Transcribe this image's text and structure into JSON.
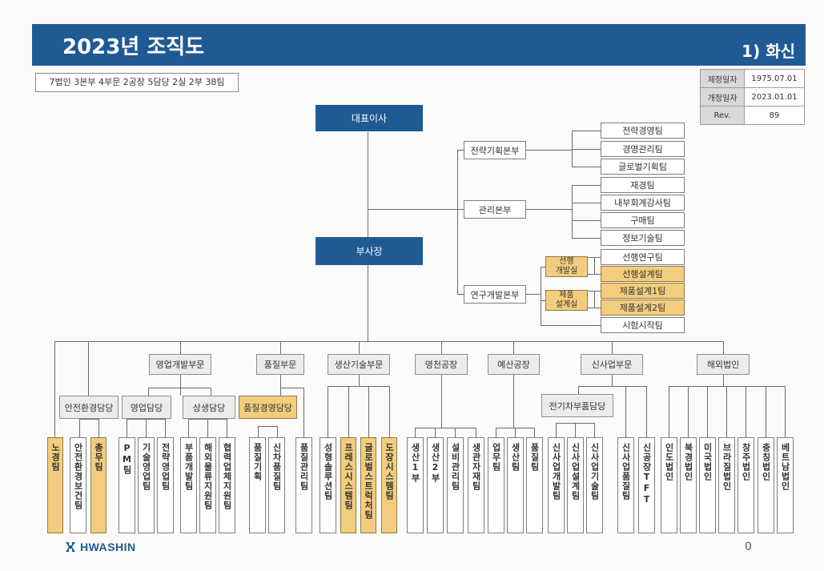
{
  "header": {
    "title": "2023년 조직도",
    "company": "1) 화신"
  },
  "summary": "7법인 3본부 4부문 2공장 5담당 2실 2부 38팀",
  "revision": [
    {
      "label": "제정일자",
      "value": "1975.07.01"
    },
    {
      "label": "개정일자",
      "value": "2023.01.01"
    },
    {
      "label": "Rev.",
      "value": "89"
    }
  ],
  "exec": {
    "ceo": "대표이사",
    "vp": "부사장"
  },
  "hq": {
    "strategy": "전략기획본부",
    "management": "관리본부",
    "rnd": "연구개발본부",
    "strategy_teams": [
      "전략경영팀",
      "경영관리팀",
      "글로벌기획팀"
    ],
    "management_teams": [
      "재경팀",
      "내부회계감사팀",
      "구매팀",
      "정보기술팀"
    ],
    "advanced_dev": "선행\n개발실",
    "product_design": "제품\n설계실",
    "advanced_teams": [
      "선행연구팀",
      "선행설계팀"
    ],
    "product_teams": [
      "제품설계1팀",
      "제품설계2팀"
    ],
    "testing_team": "시험시작팀"
  },
  "divisions": [
    "영업개발부문",
    "품질부문",
    "생산기술부문",
    "영천공장",
    "예산공장",
    "신사업부문",
    "해외법인"
  ],
  "sub_units": {
    "safety": "안전환경담당",
    "sales": "영업담당",
    "coop": "상생담당",
    "quality_mgmt": "품질경영담당",
    "ev_parts": "전기차부품담당"
  },
  "teams": [
    "노경팀",
    "안전환경보건팀",
    "총무팀",
    "PM팀",
    "기술영업팀",
    "전략영업팀",
    "부품개발팀",
    "해외물류지원팀",
    "협력업체지원팀",
    "품질기획",
    "신차품질팀",
    "품질관리팀",
    "성형솔루션팀",
    "프레스시스템팀",
    "글로벌스트럭처팀",
    "도장시스템팀",
    "생산1부",
    "생산2부",
    "설비관리팀",
    "생관자재팀",
    "업무팀",
    "생산팀",
    "품질팀",
    "신사업개발팀",
    "신사업설계팀",
    "신사업기술팀",
    "신사업품질팀",
    "신공장TFT",
    "인도법인",
    "북경법인",
    "미국법인",
    "브라질법인",
    "창주법인",
    "충칭법인",
    "베트남법인"
  ],
  "footer": {
    "logo": "HWASHIN",
    "page": "0"
  }
}
